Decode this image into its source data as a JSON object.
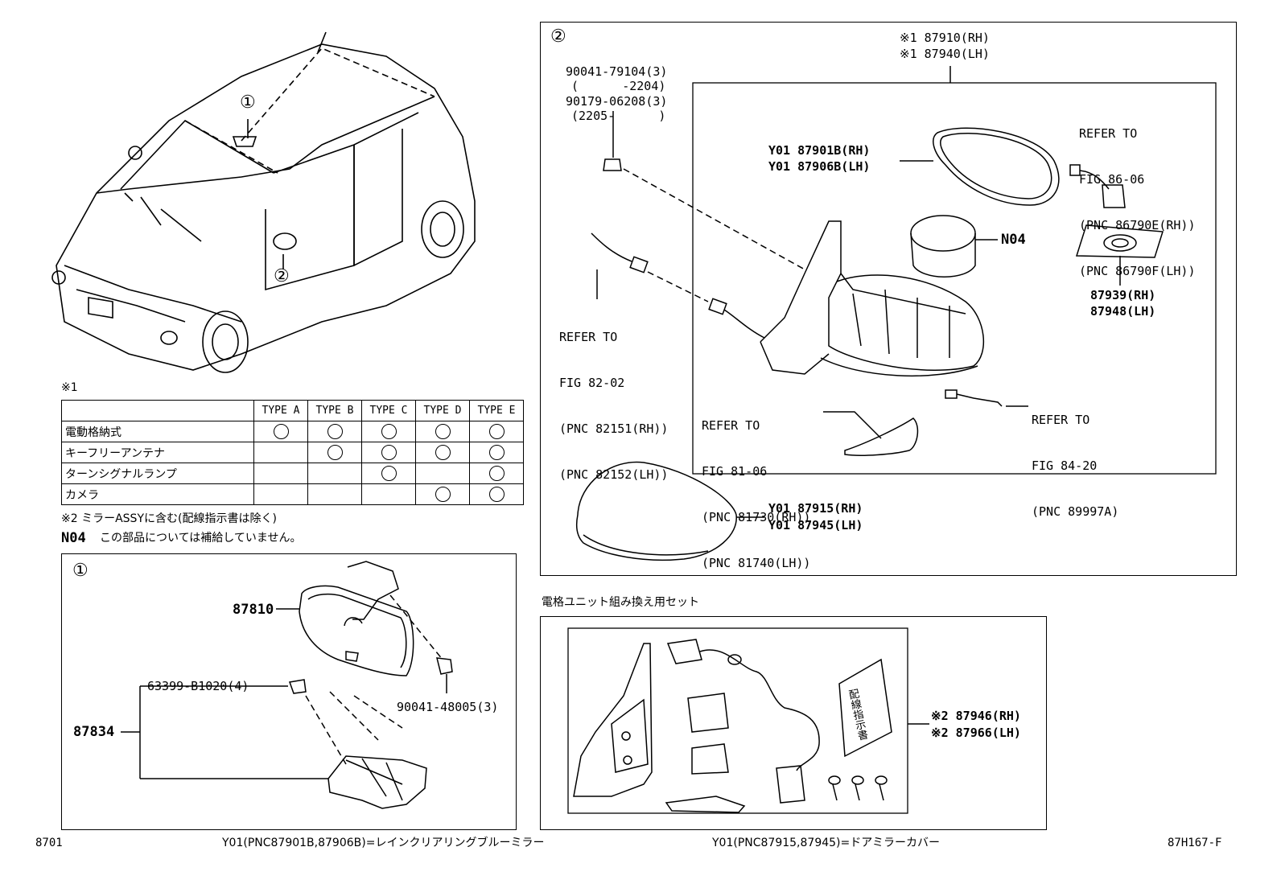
{
  "callouts": {
    "c1": "①",
    "c2": "②"
  },
  "note1": {
    "mark": "※1",
    "headers": [
      "TYPE A",
      "TYPE B",
      "TYPE C",
      "TYPE D",
      "TYPE E"
    ],
    "rows": [
      {
        "label": "電動格納式",
        "marks": [
          true,
          true,
          true,
          true,
          true
        ]
      },
      {
        "label": "キーフリーアンテナ",
        "marks": [
          false,
          true,
          true,
          true,
          true
        ]
      },
      {
        "label": "ターンシグナルランプ",
        "marks": [
          false,
          false,
          true,
          false,
          true
        ]
      },
      {
        "label": "カメラ",
        "marks": [
          false,
          false,
          false,
          true,
          true
        ]
      }
    ]
  },
  "note2": "※2 ミラーASSYに含む(配線指示書は除く)",
  "n04_note": {
    "code": "N04",
    "text": "この部品については補給していません。"
  },
  "box1": {
    "p87810": "87810",
    "p87834": "87834",
    "p63399": "63399-B1020(4)",
    "p90041": "90041-48005(3)"
  },
  "box2": {
    "top_rh": "※1 87910(RH)",
    "top_lh": "※1 87940(LH)",
    "bolt1": "90041-79104(3)",
    "bolt1_range": "(      -2204)",
    "bolt2": "90179-06208(3)",
    "bolt2_range": "(2205-      )",
    "glass_rh": "Y01 87901B(RH)",
    "glass_lh": "Y01 87906B(LH)",
    "n04": "N04",
    "ref86": [
      "REFER TO",
      "FIG 86-06",
      "(PNC 86790E(RH))",
      "(PNC 86790F(LH))"
    ],
    "cam_rh": "87939(RH)",
    "cam_lh": "87948(LH)",
    "ref82": [
      "REFER TO",
      "FIG 82-02",
      "(PNC 82151(RH))",
      "(PNC 82152(LH))"
    ],
    "ref81": [
      "REFER TO",
      "FIG 81-06",
      "(PNC 81730(RH))",
      "(PNC 81740(LH))"
    ],
    "ref84": [
      "REFER TO",
      "FIG 84-20",
      "(PNC 89997A)"
    ],
    "cover_rh": "Y01 87915(RH)",
    "cover_lh": "Y01 87945(LH)"
  },
  "box3": {
    "title": "電格ユニット組み換え用セット",
    "manual": "配線指示書",
    "set_rh": "※2 87946(RH)",
    "set_lh": "※2 87966(LH)"
  },
  "footer": {
    "left": "8701",
    "mid1": "Y01(PNC87901B,87906B)=レインクリアリングブルーミラー",
    "mid2": "Y01(PNC87915,87945)=ドアミラーカバー",
    "right": "87H167-F"
  }
}
